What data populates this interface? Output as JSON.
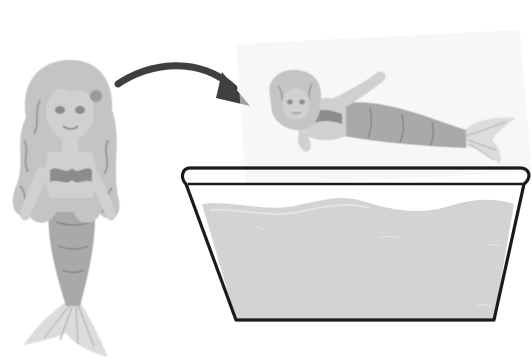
{
  "scene": {
    "background": "#ffffff",
    "palette": {
      "arrow": "#3f3f3f",
      "tub_outline": "#1a1a1a",
      "tub_interior": "#ffffff",
      "water": "#d3d3d3",
      "water_surface": "#e6e6e6",
      "hair": "#c4c4c4",
      "hair_shadow": "#9a9a9a",
      "skin": "#d0d0d0",
      "skin_shadow": "#8c8c8c",
      "tail": "#a9a9a9",
      "tail_dark": "#7b7b7b",
      "fin": "#dcdcdc",
      "fin_line": "#b9b9b9",
      "photo_backdrop": "#f1f1f1"
    },
    "icons": {
      "arrow": "curved-arrow-icon",
      "standing_doll": "mermaid-doll-standing",
      "swimming_doll": "mermaid-doll-swimming",
      "tub": "water-tub"
    }
  }
}
